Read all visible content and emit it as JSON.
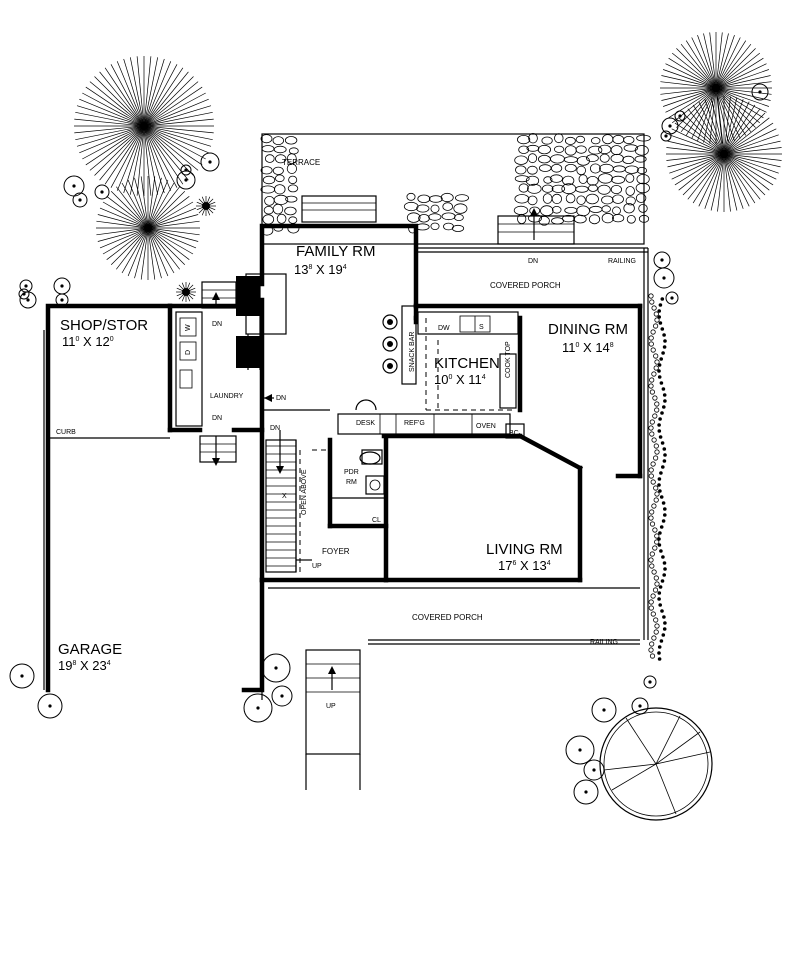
{
  "rooms": {
    "terrace": "TERRACE",
    "family_name": "FAMILY RM",
    "family_dim_a": "13",
    "family_dim_a_sup": "8",
    "family_dim_b": "19",
    "family_dim_b_sup": "4",
    "covered_porch_top": "COVERED PORCH",
    "railing_top": "RAILING",
    "dining_name": "DINING RM",
    "dining_dim_a": "11",
    "dining_dim_a_sup": "0",
    "dining_dim_b": "14",
    "dining_dim_b_sup": "8",
    "kitchen_name": "KITCHEN",
    "kitchen_dim_a": "10",
    "kitchen_dim_a_sup": "0",
    "kitchen_dim_b": "11",
    "kitchen_dim_b_sup": "4",
    "shop_name": "SHOP/STOR",
    "shop_dim_a": "11",
    "shop_dim_a_sup": "0",
    "shop_dim_b": "12",
    "shop_dim_b_sup": "0",
    "laundry": "LAUNDRY",
    "curb": "CURB",
    "garage_name": "GARAGE",
    "garage_dim_a": "19",
    "garage_dim_a_sup": "8",
    "garage_dim_b": "23",
    "garage_dim_b_sup": "4",
    "foyer": "FOYER",
    "pdr_rm_1": "PDR",
    "pdr_rm_2": "RM",
    "closet": "CL",
    "open_above": "OPEN ABOVE",
    "living_name": "LIVING RM",
    "living_dim_a": "17",
    "living_dim_a_sup": "6",
    "living_dim_b": "13",
    "living_dim_b_sup": "4",
    "covered_porch_bottom": "COVERED PORCH",
    "railing_bottom": "RAILING"
  },
  "fixtures": {
    "snack_bar": "SNACK BAR",
    "dw": "DW",
    "sink": "S",
    "cook_top": "COOK TOP",
    "desk": "DESK",
    "refg": "REF'G",
    "oven": "OVEN",
    "bc": "BC",
    "washer": "W",
    "dryer": "D"
  },
  "stairs": {
    "dn": "DN",
    "up": "UP",
    "x": "X"
  }
}
